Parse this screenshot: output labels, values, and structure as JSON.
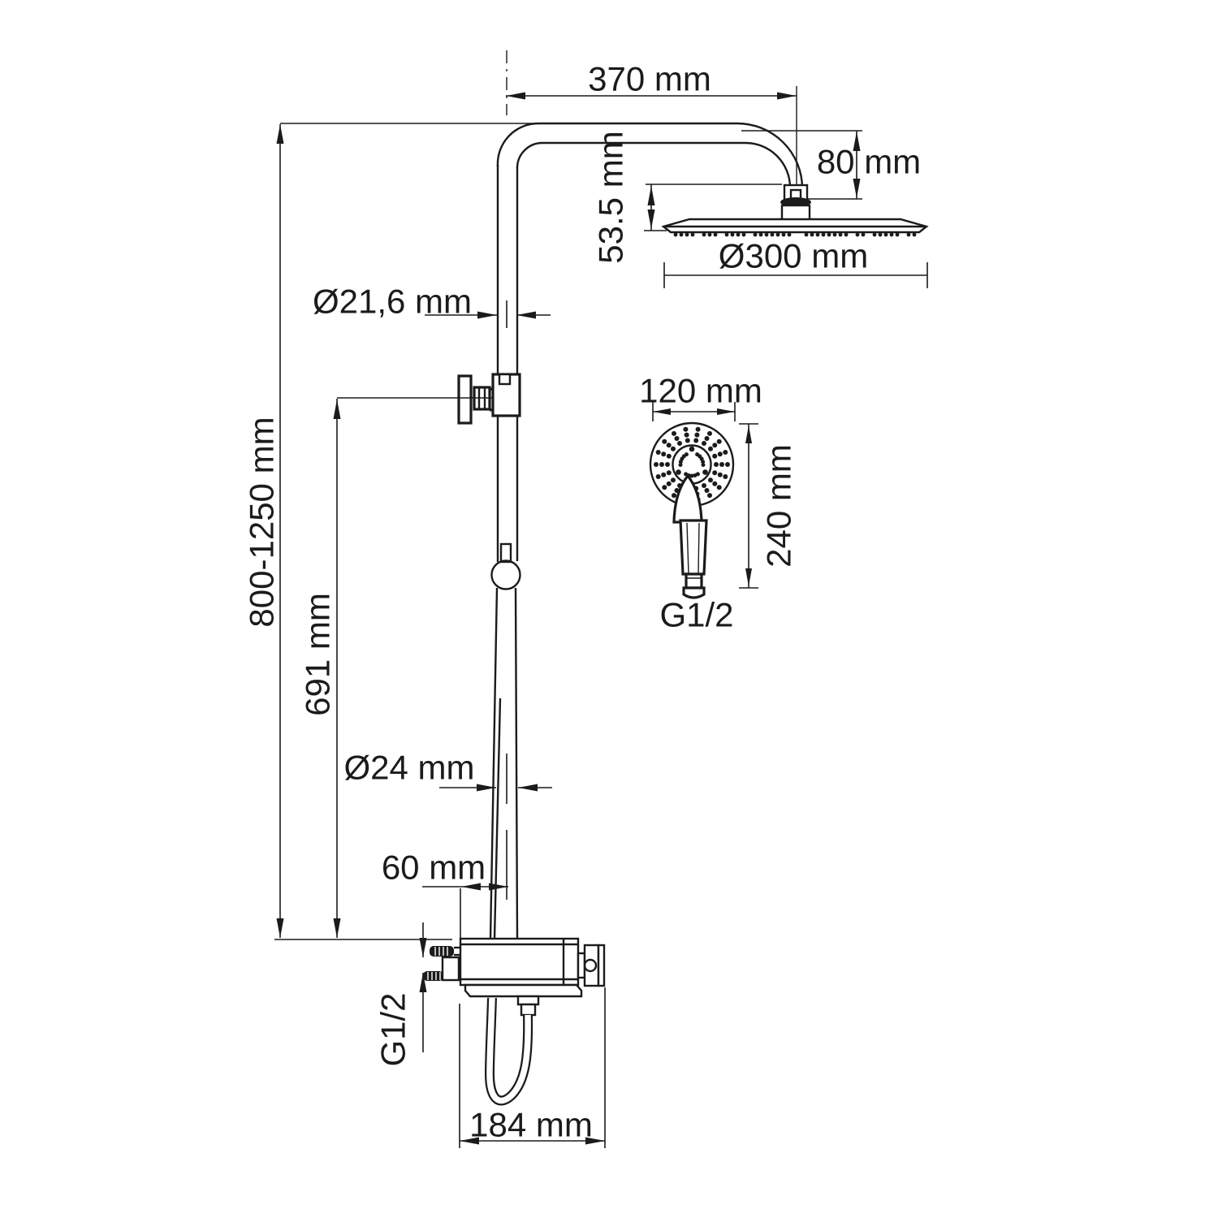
{
  "drawing": {
    "kind": "technical-dimension-drawing",
    "subject": "shower-column-with-rain-head-hand-shower-and-mixer",
    "labels": {
      "arm_reach": "370 mm",
      "arm_drop": "80 mm",
      "head_stack_height": "53.5 mm",
      "rain_head_diameter": "Ø300 mm",
      "upper_pipe_diameter": "Ø21,6 mm",
      "column_height_range": "800-1250 mm",
      "bracket_height": "691 mm",
      "hand_shower_diameter": "120 mm",
      "hand_shower_length": "240 mm",
      "hand_shower_thread": "G1/2",
      "lower_pipe_diameter": "Ø24 mm",
      "mixer_pipe_offset": "60 mm",
      "inlet_thread": "G1/2",
      "mixer_width": "184 mm"
    }
  }
}
